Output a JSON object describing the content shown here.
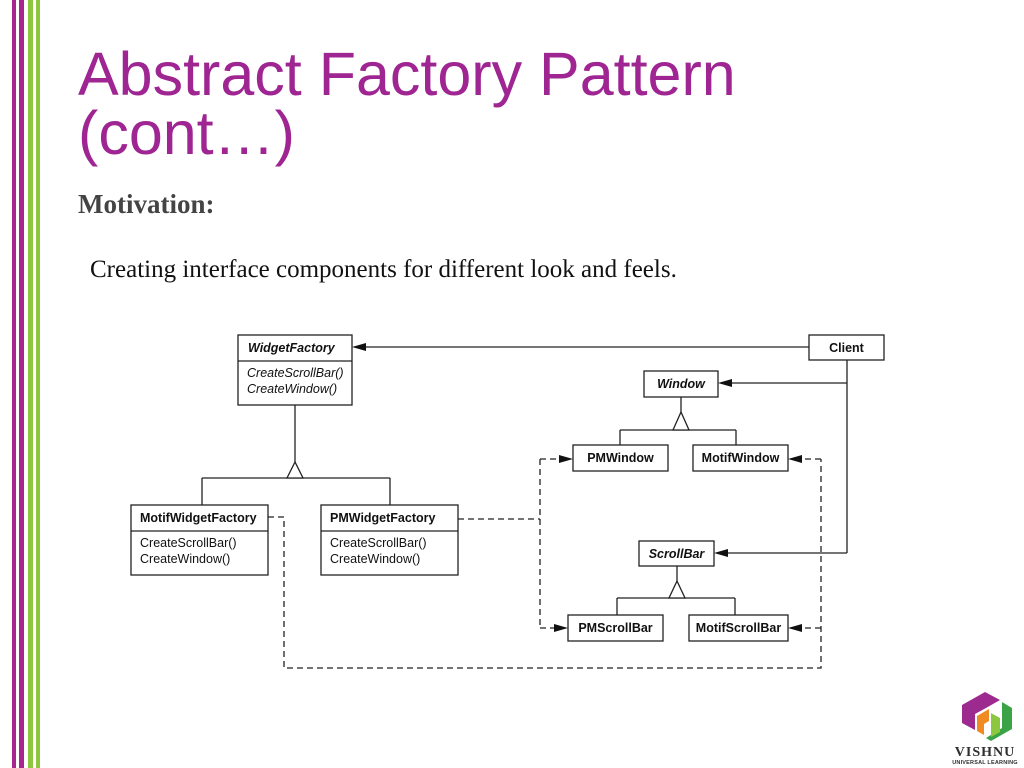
{
  "slide": {
    "title": "Abstract Factory Pattern (cont…)",
    "heading": "Motivation:",
    "body": "Creating interface components for different look and feels."
  },
  "diagram": {
    "widget_factory": {
      "name": "WidgetFactory",
      "operations": [
        "CreateScrollBar()",
        "CreateWindow()"
      ]
    },
    "motif_widget_factory": {
      "name": "MotifWidgetFactory",
      "operations": [
        "CreateScrollBar()",
        "CreateWindow()"
      ]
    },
    "pm_widget_factory": {
      "name": "PMWidgetFactory",
      "operations": [
        "CreateScrollBar()",
        "CreateWindow()"
      ]
    },
    "client": {
      "name": "Client"
    },
    "window": {
      "name": "Window"
    },
    "pm_window": {
      "name": "PMWindow"
    },
    "motif_window": {
      "name": "MotifWindow"
    },
    "scroll_bar": {
      "name": "ScrollBar"
    },
    "pm_scroll_bar": {
      "name": "PMScrollBar"
    },
    "motif_scroll_bar": {
      "name": "MotifScrollBar"
    }
  },
  "logo": {
    "icon": "vishnu-logo-mark",
    "name": "VISHNU",
    "tagline": "UNIVERSAL LEARNING"
  },
  "colors": {
    "title": "#9e2592",
    "heading": "#444444",
    "stripe_purple": "#a8268f",
    "stripe_green": "#8dc63f"
  }
}
